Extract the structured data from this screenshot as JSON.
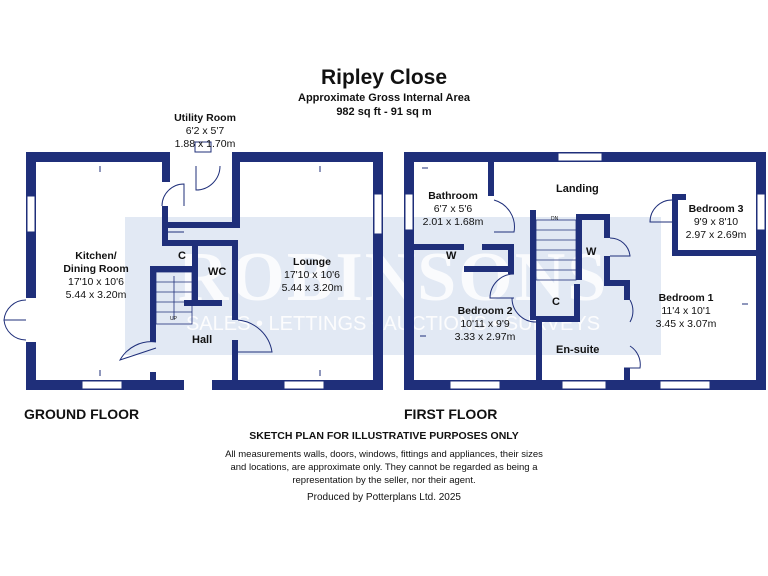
{
  "header": {
    "title": "Ripley Close",
    "subtitle": "Approximate Gross Internal Area",
    "area": "982 sq ft - 91 sq m"
  },
  "watermark": {
    "brand": "ROBINSONS",
    "tagline": "SALES • LETTINGS • AUCTIONS • SURVEYS",
    "color": "#bfcfe6"
  },
  "colors": {
    "wall": "#1f2f7a",
    "text": "#111111"
  },
  "ground_floor": {
    "label": "GROUND FLOOR",
    "utility": {
      "name": "Utility Room",
      "imperial": "6'2 x 5'7",
      "metric": "1.88 x 1.70m"
    },
    "kitchen": {
      "name1": "Kitchen/",
      "name2": "Dining Room",
      "imperial": "17'10 x 10'6",
      "metric": "5.44 x 3.20m"
    },
    "lounge": {
      "name": "Lounge",
      "imperial": "17'10 x 10'6",
      "metric": "5.44 x 3.20m"
    },
    "cupboard": "C",
    "wc": "WC",
    "hall": "Hall",
    "stairs": "UP"
  },
  "first_floor": {
    "label": "FIRST FLOOR",
    "bathroom": {
      "name": "Bathroom",
      "imperial": "6'7 x 5'6",
      "metric": "2.01 x 1.68m"
    },
    "landing": "Landing",
    "bedroom3": {
      "name": "Bedroom 3",
      "imperial": "9'9 x 8'10",
      "metric": "2.97 x 2.69m"
    },
    "bedroom2": {
      "name": "Bedroom 2",
      "imperial": "10'11 x 9'9",
      "metric": "3.33 x 2.97m"
    },
    "bedroom1": {
      "name": "Bedroom 1",
      "imperial": "11'4 x 10'1",
      "metric": "3.45 x 3.07m"
    },
    "ensuite": "En-suite",
    "wardrobe_bath": "W",
    "wardrobe_landing": "W",
    "cupboard": "C",
    "stairs": "DN"
  },
  "footer": {
    "sketch": "SKETCH PLAN FOR ILLUSTRATIVE PURPOSES ONLY",
    "disclaimer": "All measurements walls, doors, windows, fittings and appliances, their sizes and locations, are approximate only. They cannot be regarded as being a representation by the seller, nor their agent.",
    "produced": "Produced by Potterplans Ltd. 2025"
  }
}
